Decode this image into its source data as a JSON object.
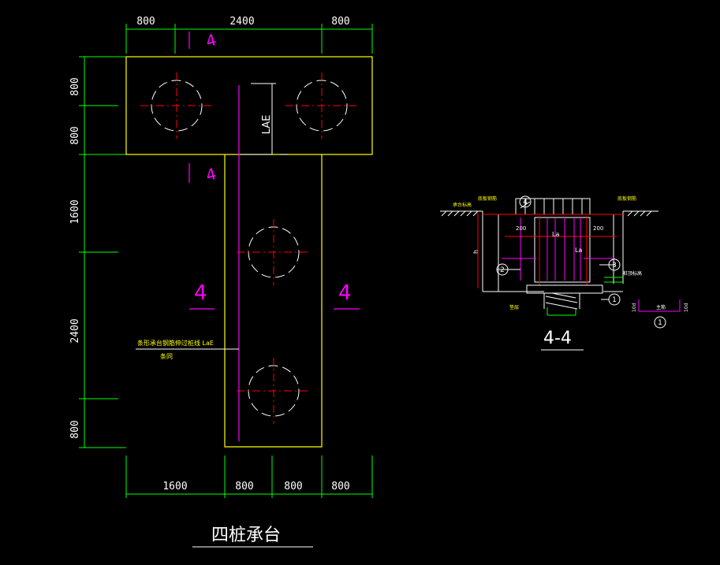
{
  "drawing": {
    "top_dims": [
      "800",
      "2400",
      "800"
    ],
    "bottom_dims": [
      "1600",
      "800",
      "800",
      "800"
    ],
    "left_dims": [
      "800",
      "800",
      "1600",
      "2400",
      "800"
    ],
    "lae_label": "LAE",
    "section_mark": "4",
    "note_line1": "条形承台钢筋伸过桩线 LaE",
    "note_line2": "条同",
    "title": "四桩承台"
  },
  "detail": {
    "section_title": "4-4",
    "top_left_label": "承台标高",
    "top_mid_label": "底板钢筋",
    "top_right_label": "底板钢筋",
    "dim_200_left": "200",
    "dim_200_right": "200",
    "la_label_1": "La",
    "la_label_2": "La",
    "h_label": "h",
    "right_mid_label": "桩顶标高",
    "bottom_left_label": "垫层",
    "circle_1": "1",
    "circle_2": "2",
    "circle_3": "3",
    "circle_4": "4",
    "small_circle": "1",
    "small_left": "10d",
    "small_mid": "主筋",
    "small_right": "10d"
  },
  "colors": {
    "background": "#000000",
    "outline": "#ffff00",
    "dimension": "#00ff00",
    "center_line": "#ff0000",
    "rebar": "#ff00ff",
    "text": "#ffffff",
    "pile": "#ffffff"
  }
}
